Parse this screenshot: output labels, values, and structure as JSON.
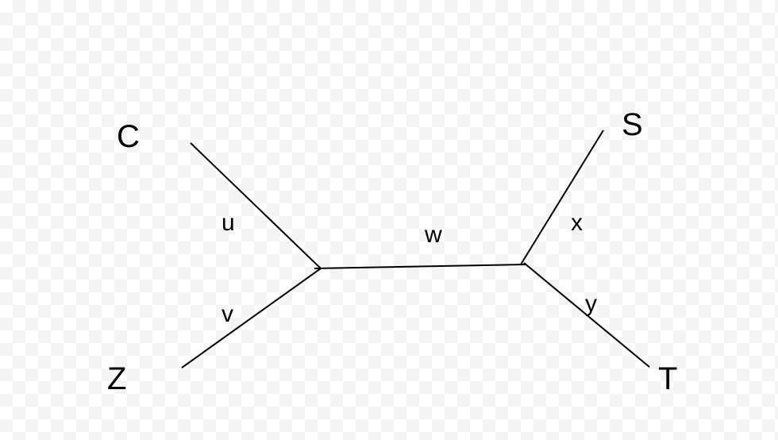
{
  "diagram": {
    "leaves": {
      "top_left": "C",
      "bottom_left": "Z",
      "top_right": "S",
      "bottom_right": "T"
    },
    "branches": {
      "top_left": "u",
      "bottom_left": "v",
      "internal": "w",
      "top_right": "x",
      "bottom_right": "y"
    }
  }
}
